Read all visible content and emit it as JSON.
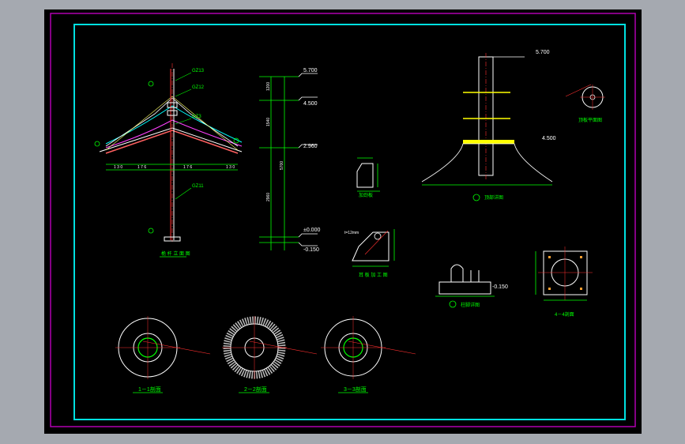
{
  "colors": {
    "bg": "#000000",
    "frame_outer": "#b000b0",
    "frame_inner": "#00e0e0",
    "line": "#ffffff",
    "green": "#00ff00",
    "red": "#ff2020",
    "yellow": "#ffff00",
    "cyan": "#00ffff",
    "magenta": "#ff40ff"
  },
  "mast": {
    "caption": "桅 杆 立 面 图",
    "labels": [
      "GZ13",
      "GZ12",
      "GZ3",
      "GZ11"
    ]
  },
  "elev": {
    "levels": [
      "5.700",
      "4.500",
      "2.960",
      "±0.000",
      "-0.150"
    ]
  },
  "plate_a": {
    "caption": "加劲板"
  },
  "plate_b": {
    "caption": "耳 板 加 工 图",
    "dim": "t=12mm"
  },
  "top_detail": {
    "caption": "顶部详图",
    "levels": [
      "5.700",
      "4.500"
    ]
  },
  "top_plan": {
    "caption": "顶板平面图"
  },
  "base_detail": {
    "caption": "柱脚详图",
    "level": "-0.150"
  },
  "plan44": {
    "caption": "4－4剖面"
  },
  "sections": [
    {
      "caption": "1－1剖面"
    },
    {
      "caption": "2－2剖面"
    },
    {
      "caption": "3－3剖面"
    }
  ]
}
